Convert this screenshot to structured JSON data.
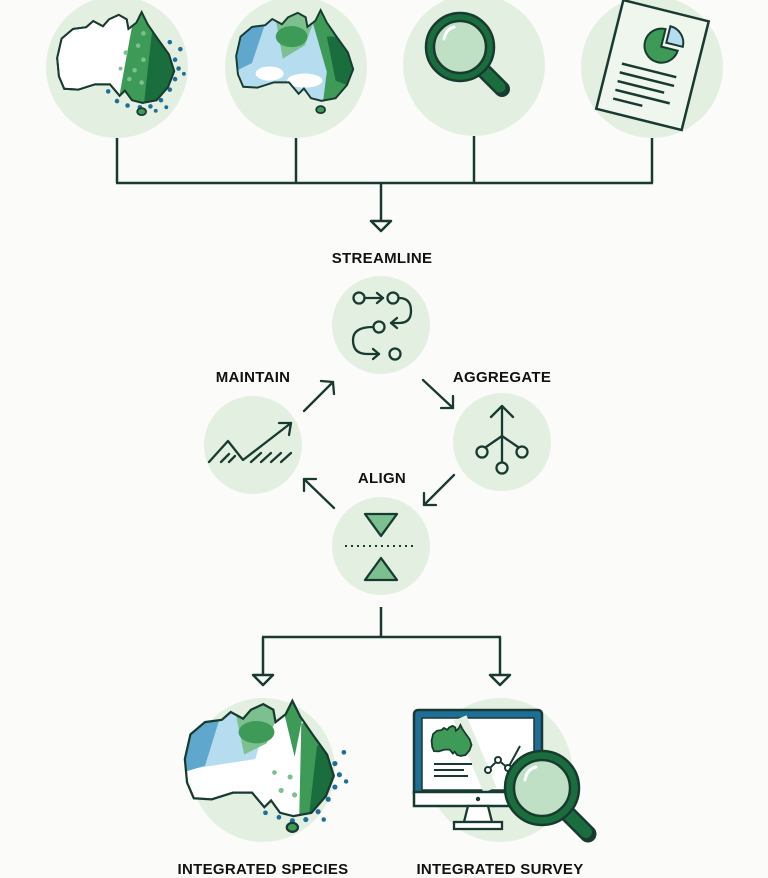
{
  "colors": {
    "circle_fill": "#e3f0e1",
    "line": "#183a30",
    "green_dark": "#1a6d3c",
    "green_mid": "#3d9a57",
    "green_light": "#7cc08f",
    "blue_light": "#b6dcef",
    "blue_mid": "#5fa7cd",
    "blue_dark": "#1f6e98"
  },
  "inputs": [
    {
      "name": "species-distribution-map",
      "icon": "australia-coastal-dots-icon"
    },
    {
      "name": "habitat-map",
      "icon": "australia-habitat-icon"
    },
    {
      "name": "survey-search",
      "icon": "magnifier-icon"
    },
    {
      "name": "report-document",
      "icon": "report-pie-chart-icon"
    }
  ],
  "cycle": {
    "streamline": "STREAMLINE",
    "maintain": "MAINTAIN",
    "aggregate": "AGGREGATE",
    "align": "ALIGN"
  },
  "outputs": {
    "species": "INTEGRATED SPECIES",
    "survey": "INTEGRATED SURVEY"
  }
}
